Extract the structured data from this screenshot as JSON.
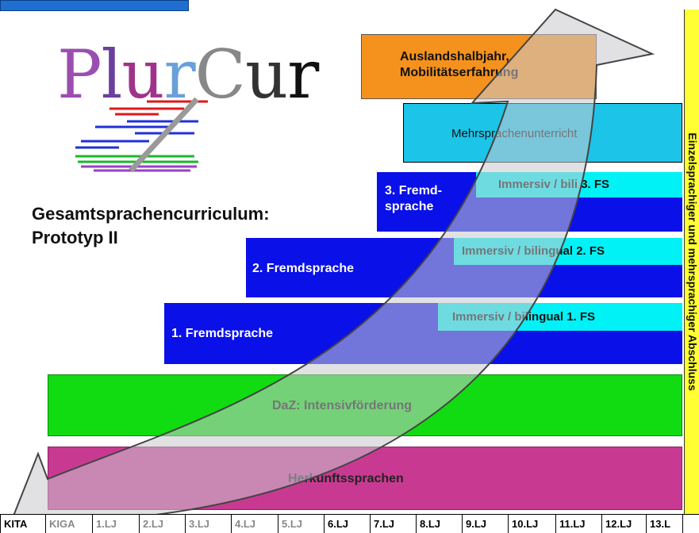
{
  "logo": {
    "letters": [
      {
        "ch": "P",
        "color": "#9a4fb0"
      },
      {
        "ch": "l",
        "color": "#6a3f9e"
      },
      {
        "ch": "u",
        "color": "#a0328c"
      },
      {
        "ch": "r",
        "color": "#6aa0d8"
      },
      {
        "ch": "C",
        "color": "#888888"
      },
      {
        "ch": "u",
        "color": "#333333"
      },
      {
        "ch": "r",
        "color": "#111111"
      }
    ]
  },
  "heading": {
    "line1": "Gesamtsprachencurriculum:",
    "line2": "Prototyp II"
  },
  "blocks": {
    "ausland": {
      "line1": "Auslandshalbjahr,",
      "line2": "Mobilitätserfahrung"
    },
    "mehrsprachen": "Mehrsprachenunterricht",
    "fs3": {
      "line1": "3. Fremd-",
      "line2": "sprache",
      "immersiv": "Immersiv / bili 3. FS"
    },
    "fs2": {
      "label": "2. Fremdsprache",
      "immersiv": "Immersiv / bilingual 2. FS"
    },
    "fs1": {
      "label": "1. Fremdsprache",
      "immersiv": "Immersiv / bilingual 1. FS"
    },
    "daz": "DaZ: Intensivförderung",
    "herkunft": "Herkunftssprachen"
  },
  "sidebar": "Einzelsprachiger und mehrsprachiger Abschluss",
  "timeline": [
    {
      "label": "KITA",
      "tone": "black"
    },
    {
      "label": "KIGA",
      "tone": "grey"
    },
    {
      "label": "1.LJ",
      "tone": "grey"
    },
    {
      "label": "2.LJ",
      "tone": "grey"
    },
    {
      "label": "3.LJ",
      "tone": "grey"
    },
    {
      "label": "4.LJ",
      "tone": "grey"
    },
    {
      "label": "5.LJ",
      "tone": "grey"
    },
    {
      "label": "6.LJ",
      "tone": "black"
    },
    {
      "label": "7.LJ",
      "tone": "black"
    },
    {
      "label": "8.LJ",
      "tone": "black"
    },
    {
      "label": "9.LJ",
      "tone": "black"
    },
    {
      "label": "10.LJ",
      "tone": "black"
    },
    {
      "label": "11.LJ",
      "tone": "black"
    },
    {
      "label": "12.LJ",
      "tone": "black"
    },
    {
      "label": "13.L",
      "tone": "black"
    }
  ],
  "colors": {
    "ausland": "#f5921e",
    "mehrsprachen": "#1cc4e8",
    "fremdsprache": "#0a10e8",
    "immersiv": "#00f2f6",
    "daz": "#11dc11",
    "herkunft": "#c83a92",
    "sidebar": "#ffff33",
    "topbar": "#1f6fd1"
  }
}
